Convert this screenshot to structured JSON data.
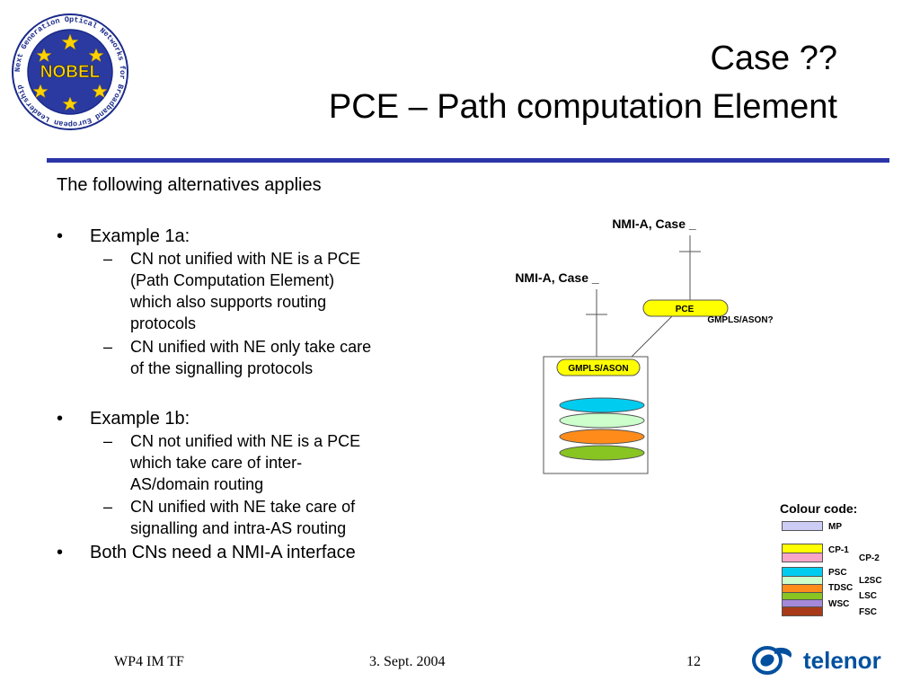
{
  "logo": {
    "ring_text": "Next Generation Optical Networks for Broadband European Leadership",
    "name": "NOBEL"
  },
  "title": {
    "line1": "Case ??",
    "line2": "PCE – Path computation Element"
  },
  "body": {
    "intro": "The following alternatives applies",
    "bullets": [
      {
        "marker": "•",
        "text": "Example 1a:",
        "subs": [
          {
            "marker": "–",
            "lines": [
              "CN not unified with NE is a PCE",
              "(Path Computation Element)",
              "which also supports routing",
              "protocols"
            ]
          },
          {
            "marker": "–",
            "lines": [
              "CN unified with NE only take care",
              "of the signalling protocols"
            ]
          }
        ]
      },
      {
        "marker": "•",
        "text": "Example 1b:",
        "subs": [
          {
            "marker": "–",
            "lines": [
              "CN not unified with NE is a PCE",
              "which take care of inter-",
              "AS/domain routing"
            ]
          },
          {
            "marker": "–",
            "lines": [
              "CN unified with NE take care of",
              "signalling and intra-AS routing"
            ]
          }
        ]
      },
      {
        "marker": "•",
        "text": "Both CNs need a NMI-A interface",
        "subs": []
      }
    ]
  },
  "diagram": {
    "label_top": "NMI-A, Case _",
    "label_left": "NMI-A, Case _",
    "pce_label": "PCE",
    "pce_sub_label": "GMPLS/ASON?",
    "gmpls_label": "GMPLS/ASON",
    "layer_colors": [
      "#00ccf0",
      "#ccffcc",
      "#ff8c1a",
      "#88c422"
    ],
    "pce_color": "#ffff00"
  },
  "colour_code": {
    "title": "Colour code:",
    "items": [
      {
        "label": "MP",
        "color": "#ccccf5"
      },
      {
        "label": "CP-1",
        "color": "#ffff00"
      },
      {
        "label": "CP-2",
        "color": "#f7a6c8"
      },
      {
        "label": "PSC",
        "color": "#00ccf0"
      },
      {
        "label": "L2SC",
        "color": "#ccffcc"
      },
      {
        "label": "TDSC",
        "color": "#ff8c1a"
      },
      {
        "label": "LSC",
        "color": "#88c422"
      },
      {
        "label": "WSC",
        "color": "#a48ad8"
      },
      {
        "label": "FSC",
        "color": "#a83a1a"
      }
    ]
  },
  "footer": {
    "left": "WP4 IM TF",
    "date": "3. Sept. 2004",
    "page": "12",
    "brand": "telenor"
  },
  "colors": {
    "accent_rule": "#2b35a8",
    "telenor_blue": "#00509e"
  }
}
